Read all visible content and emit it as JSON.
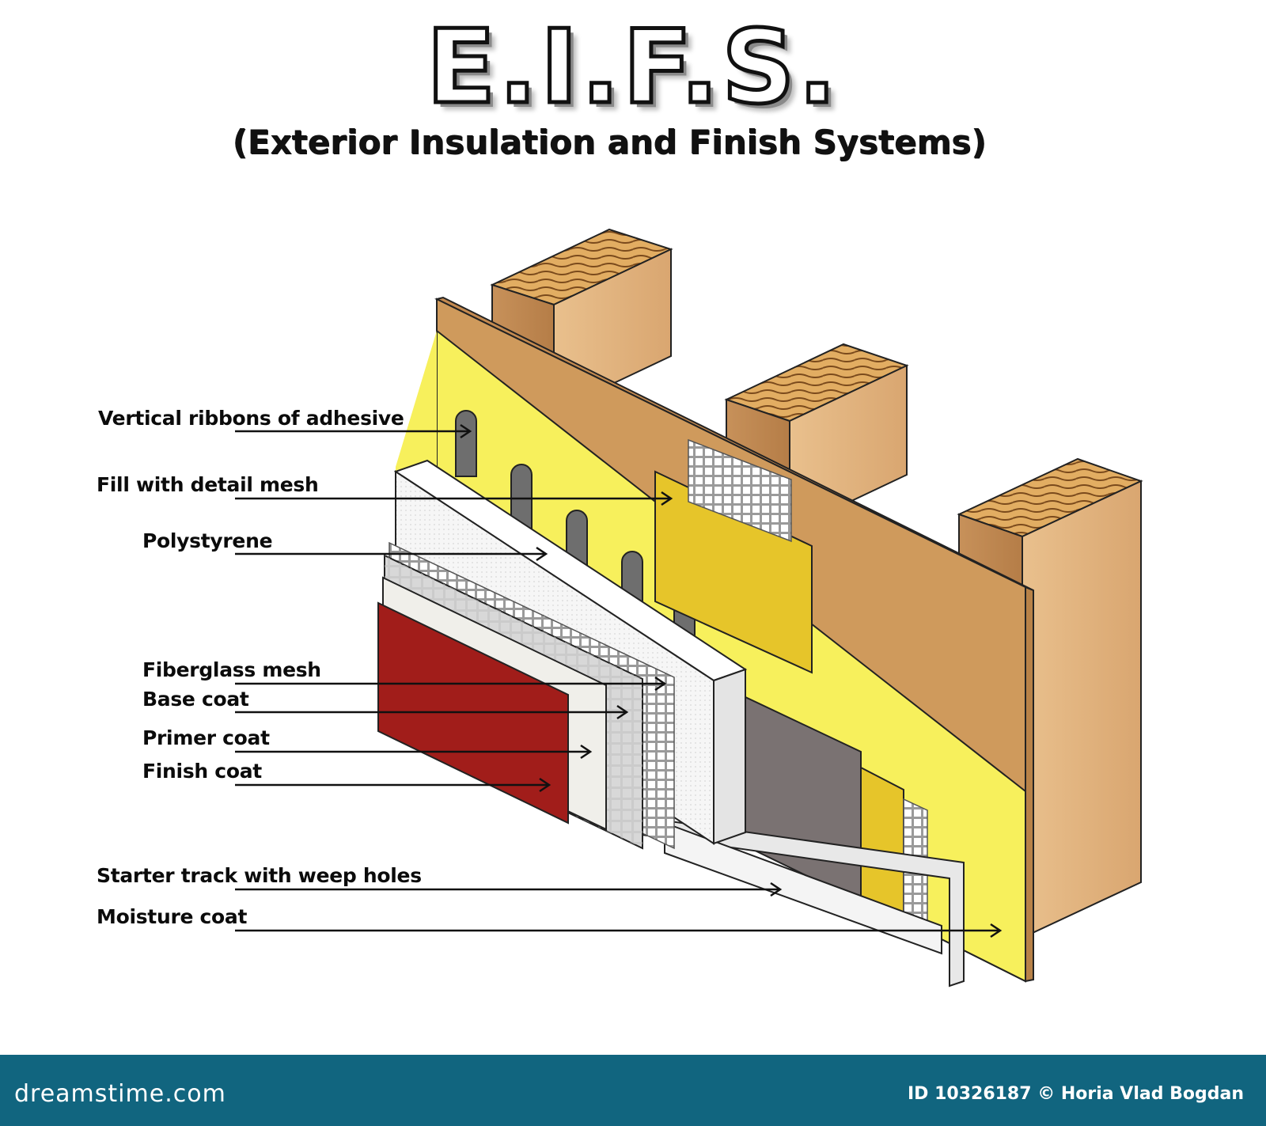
{
  "header": {
    "title": "E.I.F.S.",
    "subtitle": "(Exterior Insulation and Finish Systems)"
  },
  "labels": [
    "Vertical ribbons of adhesive",
    "Fill with detail mesh",
    "Polystyrene",
    "Fiberglass mesh",
    "Base coat",
    "Primer coat",
    "Finish coat",
    "Starter track with weep holes",
    "Moisture coat"
  ],
  "colors": {
    "stud": "#d8a46a",
    "sheathing": "#cf9a5c",
    "moisture_coat": "#f7f05c",
    "adhesive": "#6e6e6e",
    "detail_mesh": "#e6c52a",
    "polystyrene": "#f4f4f4",
    "base_coat": "#dcdcdc",
    "primer_coat": "#f0efea",
    "finish_coat": "#a11d1a",
    "footer": "#11657f"
  },
  "footer": {
    "brand": "dreamstime.com",
    "credit": "ID 10326187 © Horia Vlad Bogdan"
  }
}
